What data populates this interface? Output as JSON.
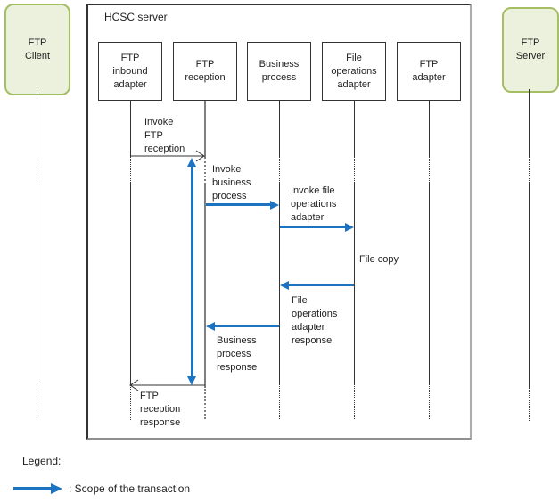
{
  "hcsc": {
    "title": "HCSC server"
  },
  "actors": {
    "client": {
      "label": "FTP Client"
    },
    "server": {
      "label": "FTP Server"
    }
  },
  "components": {
    "inbound": {
      "label": "FTP inbound adapter"
    },
    "reception": {
      "label": "FTP reception"
    },
    "business": {
      "label": "Business process"
    },
    "fileops": {
      "label": "File operations adapter"
    },
    "ftpadapter": {
      "label": "FTP adapter"
    }
  },
  "messages": {
    "invoke_reception": {
      "label": "Invoke FTP reception"
    },
    "invoke_business": {
      "label": "Invoke business process"
    },
    "invoke_fileops": {
      "label": "Invoke file operations adapter"
    },
    "file_copy": {
      "label": "File copy"
    },
    "fileops_response": {
      "label": "File operations adapter response"
    },
    "business_response": {
      "label": "Business process response"
    },
    "reception_response": {
      "label": "FTP reception response"
    }
  },
  "legend": {
    "title": "Legend:",
    "scope_entry": ": Scope of the transaction"
  },
  "colors": {
    "transaction_blue": "#1B73C2",
    "lifeline_gray": "#7F7F7F",
    "line_black": "#333333",
    "actor_fill": "#EBF1DD",
    "actor_border": "#A6BE63"
  }
}
